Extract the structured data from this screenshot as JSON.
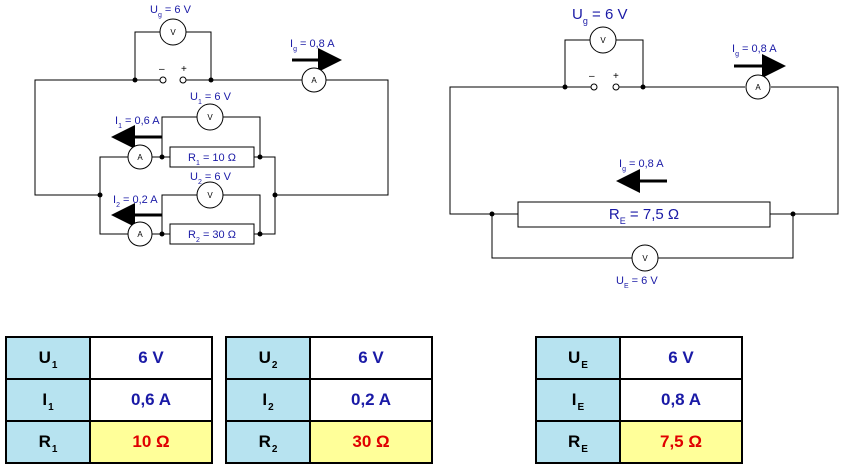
{
  "left_circuit": {
    "voltmeter_top": {
      "main": "U",
      "sub": "g",
      "value": " = 6 V",
      "symbol": "V"
    },
    "source_minus": "–",
    "source_plus": "+",
    "ammeter_main": {
      "main": "I",
      "sub": "g",
      "value": " = 0,8 A",
      "symbol": "A"
    },
    "voltmeter_1": {
      "main": "U",
      "sub": "1",
      "value": " = 6 V",
      "symbol": "V"
    },
    "ammeter_1": {
      "main": "I",
      "sub": "1",
      "value": " = 0,6 A",
      "symbol": "A"
    },
    "resistor_1": {
      "main": "R",
      "sub": "1",
      "value": " = 10 Ω"
    },
    "voltmeter_2": {
      "main": "U",
      "sub": "2",
      "value": " = 6 V",
      "symbol": "V"
    },
    "ammeter_2": {
      "main": "I",
      "sub": "2",
      "value": " = 0,2 A",
      "symbol": "A"
    },
    "resistor_2": {
      "main": "R",
      "sub": "2",
      "value": " = 30 Ω"
    }
  },
  "right_circuit": {
    "voltmeter_top": {
      "main": "U",
      "sub": "g",
      "value": " = 6 V",
      "symbol": "V"
    },
    "source_minus": "–",
    "source_plus": "+",
    "ammeter_main": {
      "main": "I",
      "sub": "g",
      "value": " = 0,8 A",
      "symbol": "A"
    },
    "current_label": {
      "main": "I",
      "sub": "g",
      "value": " = 0,8 A"
    },
    "resistor_e": {
      "main": "R",
      "sub": "E",
      "value": " = 7,5 Ω"
    },
    "voltmeter_e": {
      "main": "U",
      "sub": "E",
      "value": " =  6  V",
      "symbol": "V"
    }
  },
  "tables": [
    {
      "rows": [
        {
          "main": "U",
          "sub": "1",
          "value": "6 V"
        },
        {
          "main": "I",
          "sub": "1",
          "value": "0,6 A"
        },
        {
          "main": "R",
          "sub": "1",
          "value": "10 Ω"
        }
      ]
    },
    {
      "rows": [
        {
          "main": "U",
          "sub": "2",
          "value": "6 V"
        },
        {
          "main": "I",
          "sub": "2",
          "value": "0,2 A"
        },
        {
          "main": "R",
          "sub": "2",
          "value": "30 Ω"
        }
      ]
    },
    {
      "rows": [
        {
          "main": "U",
          "sub": "E",
          "value": "6 V"
        },
        {
          "main": "I",
          "sub": "E",
          "value": "0,8 A"
        },
        {
          "main": "R",
          "sub": "E",
          "value": "7,5 Ω"
        }
      ]
    }
  ],
  "colors": {
    "label_blue": "#1a1aa6",
    "key_cell": "#b7e3f0",
    "resistance_cell": "#ffff99",
    "resistance_text": "#e00000"
  }
}
